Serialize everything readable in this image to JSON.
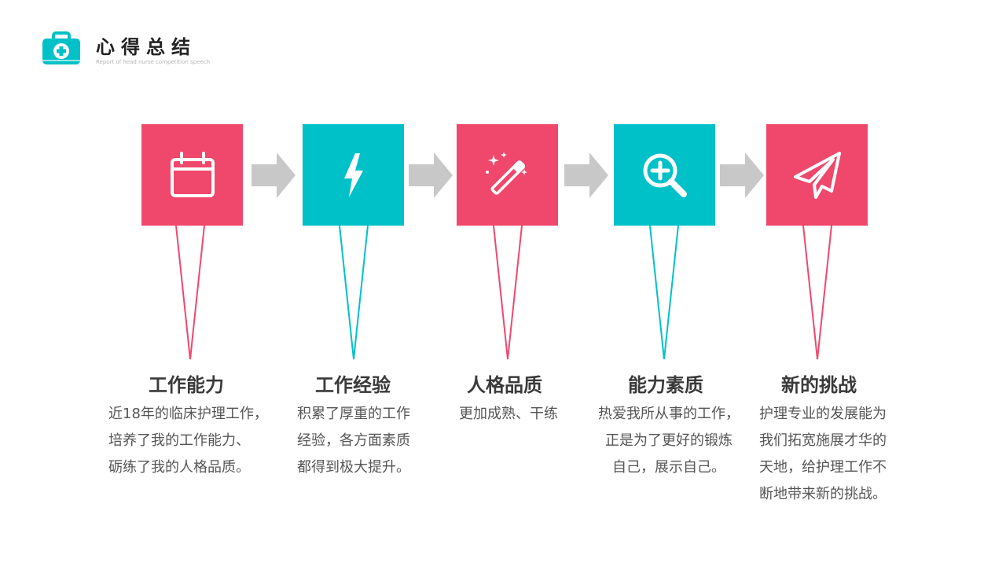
{
  "header": {
    "title": "心得总结",
    "subtitle": "Report of head nurse competition speech",
    "icon": "medical-kit-icon"
  },
  "colors": {
    "pink": "#f0476c",
    "teal": "#00c0c8",
    "arrow": "#c8c8c8"
  },
  "steps": [
    {
      "title": "工作能力",
      "icon": "calendar-icon",
      "color": "pink",
      "lines": [
        "近18年的临床护理工作，",
        "培养了我的工作能力、",
        "砺练了我的人格品质。"
      ]
    },
    {
      "title": "工作经验",
      "icon": "lightning-icon",
      "color": "teal",
      "lines": [
        "积累了厚重的工作",
        "经验，各方面素质",
        "都得到极大提升。"
      ]
    },
    {
      "title": "人格品质",
      "icon": "magic-wand-icon",
      "color": "pink",
      "lines": [
        "更加成熟、干练"
      ]
    },
    {
      "title": "能力素质",
      "icon": "zoom-in-icon",
      "color": "teal",
      "lines": [
        "热爱我所从事的工作，",
        "正是为了更好的锻炼",
        "自己，展示自己。"
      ]
    },
    {
      "title": "新的挑战",
      "icon": "paper-plane-icon",
      "color": "pink",
      "lines": [
        "护理专业的发展能为",
        "我们拓宽施展才华的",
        "天地，给护理工作不",
        "断地带来新的挑战。"
      ]
    }
  ]
}
